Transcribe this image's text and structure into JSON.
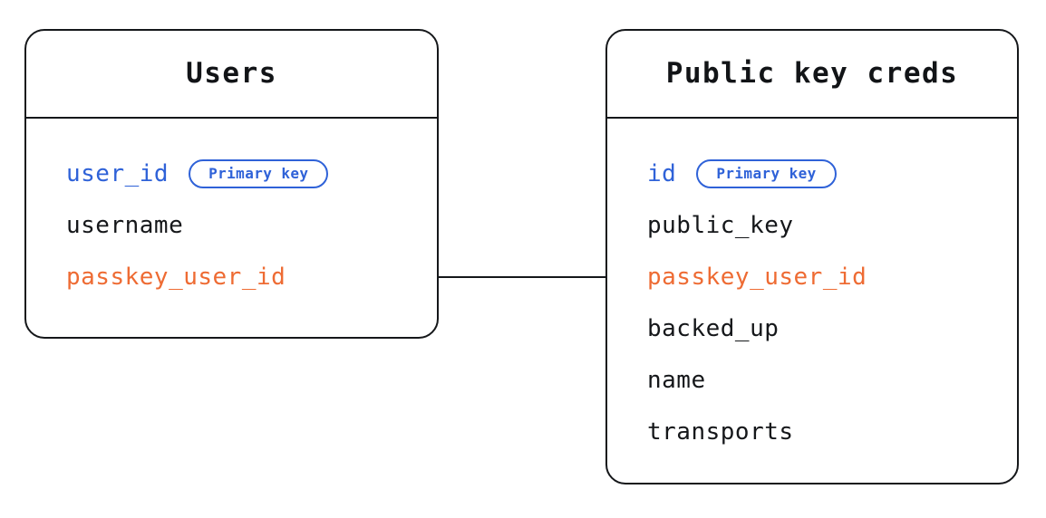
{
  "diagram": {
    "type": "entity-relationship",
    "background_color": "#ffffff",
    "colors": {
      "border": "#15171a",
      "text": "#15171a",
      "primary_key": "#2f62d8",
      "foreign_key": "#ee6b33",
      "badge_border": "#2f62d8"
    },
    "entities": [
      {
        "id": "users",
        "title": "Users",
        "fields": [
          {
            "name": "user_id",
            "role": "pk",
            "badge": "Primary key"
          },
          {
            "name": "username",
            "role": "plain",
            "badge": null
          },
          {
            "name": "passkey_user_id",
            "role": "fk",
            "badge": null
          }
        ]
      },
      {
        "id": "public_key_creds",
        "title": "Public key creds",
        "fields": [
          {
            "name": "id",
            "role": "pk",
            "badge": "Primary key"
          },
          {
            "name": "public_key",
            "role": "plain",
            "badge": null
          },
          {
            "name": "passkey_user_id",
            "role": "fk",
            "badge": null
          },
          {
            "name": "backed_up",
            "role": "plain",
            "badge": null
          },
          {
            "name": "name",
            "role": "plain",
            "badge": null
          },
          {
            "name": "transports",
            "role": "plain",
            "badge": null
          }
        ]
      }
    ],
    "relationships": [
      {
        "id": "users-to-public-key-creds",
        "from_entity": "users",
        "from_field": "passkey_user_id",
        "to_entity": "public_key_creds",
        "to_field": "passkey_user_id",
        "style": "solid-line",
        "label": ""
      }
    ]
  }
}
